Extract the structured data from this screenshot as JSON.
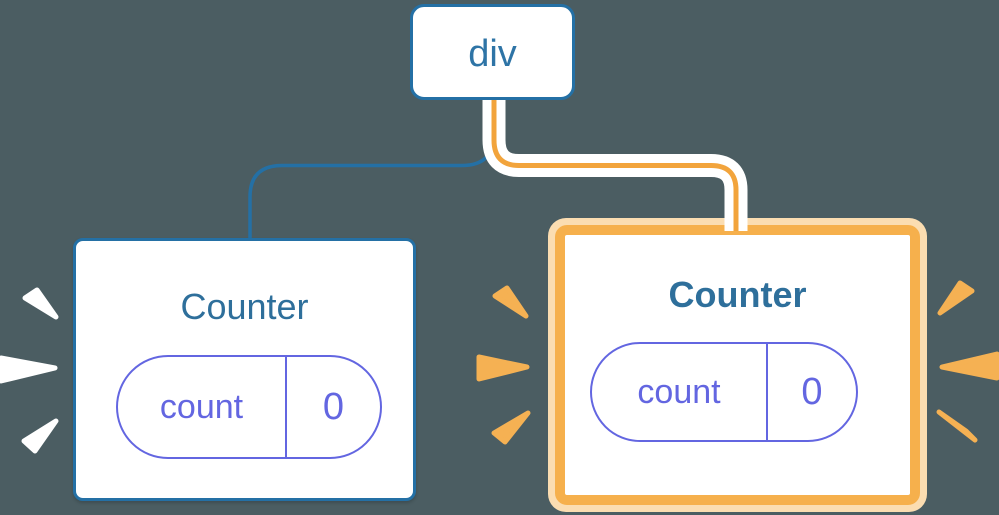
{
  "diagram_title": "component-tree-with-state",
  "colors": {
    "background": "#4B5D62",
    "card_bg": "#FFFFFF",
    "edge_blue": "#2470A5",
    "node_border_blue": "#2470A5",
    "node_text_blue": "#2E74A6",
    "title_blue": "#2E6F9B",
    "pipe_casing": "#FFFFFF",
    "pipe_orange": "#F2A43C",
    "ring_outer": "#FBDDB1",
    "ring_inner": "#F6B04C",
    "pill_purple": "#6366E1",
    "spark_orange": "#F5B153",
    "spark_white": "#FFFFFF"
  },
  "tree": {
    "root": {
      "label": "div"
    },
    "children": [
      {
        "label": "Counter",
        "state_key": "count",
        "state_value": "0",
        "highlighted": false,
        "emphasis": "white-sparks"
      },
      {
        "label": "Counter",
        "state_key": "count",
        "state_value": "0",
        "highlighted": true,
        "emphasis": "orange-sparks"
      }
    ]
  }
}
